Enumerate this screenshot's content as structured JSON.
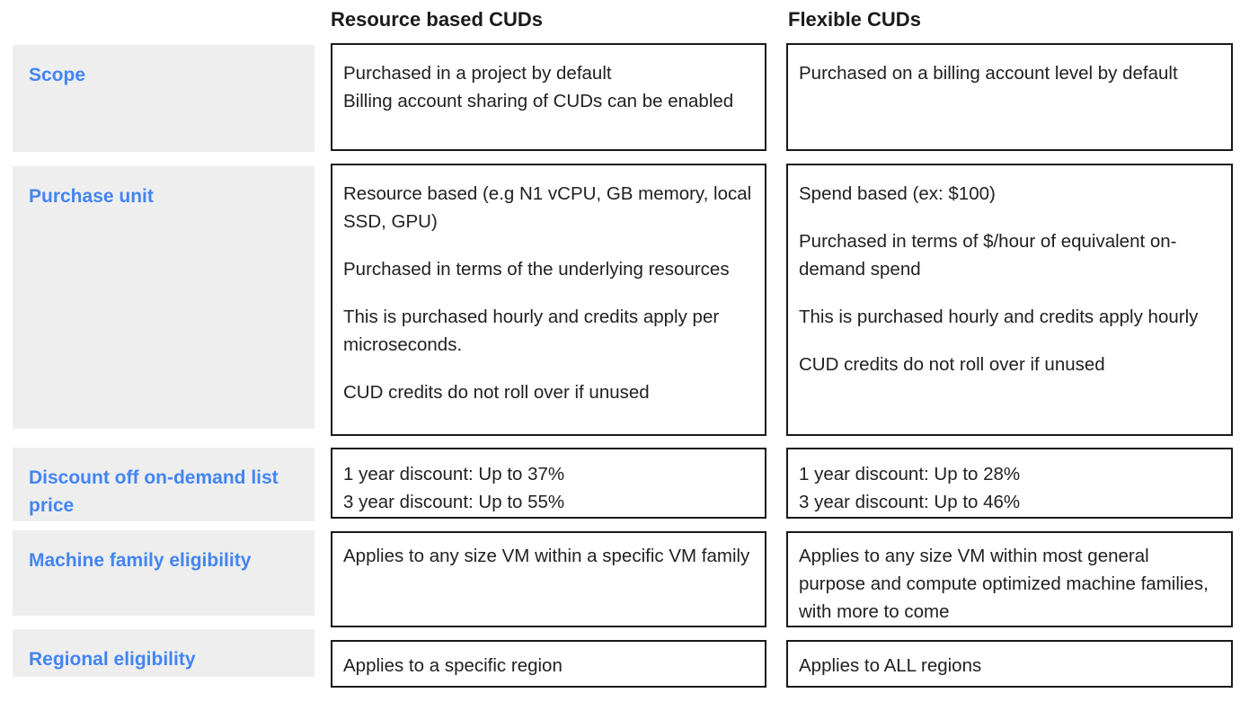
{
  "colors": {
    "label_blue": "#4285f4",
    "label_background": "#eeeeee",
    "cell_border": "#1a1a1a",
    "body_text": "#212121",
    "header_text": "#1a1a1a"
  },
  "table": {
    "column_headers": [
      "Resource based CUDs",
      "Flexible CUDs"
    ],
    "rows": [
      {
        "label": "Scope",
        "resource_based": "Purchased in a project by default\nBilling account sharing of CUDs can be enabled",
        "flexible": "Purchased on a billing account level by default"
      },
      {
        "label": "Purchase unit",
        "resource_based": "Resource based (e.g N1 vCPU, GB memory, local SSD, GPU)\n\nPurchased in terms of the underlying resources\n\nThis is purchased hourly and credits apply per microseconds.\n\nCUD credits do not roll over if unused",
        "flexible": "Spend based (ex: $100)\n\nPurchased in terms of $/hour of equivalent on-demand spend\n\nThis is purchased hourly and credits apply hourly\n\nCUD credits do not roll over if unused"
      },
      {
        "label": "Discount off on-demand list price",
        "resource_based": "1 year discount: Up to 37%\n3 year discount: Up to 55%",
        "flexible": "1 year discount: Up to 28%\n3 year discount: Up to 46%"
      },
      {
        "label": "Machine family eligibility",
        "resource_based": "Applies to any size VM within a specific VM family",
        "flexible": "Applies to any size VM within most general purpose and compute optimized machine families, with more to come"
      },
      {
        "label": "Regional eligibility",
        "resource_based": "Applies to a specific region",
        "flexible": "Applies to ALL regions"
      }
    ]
  }
}
